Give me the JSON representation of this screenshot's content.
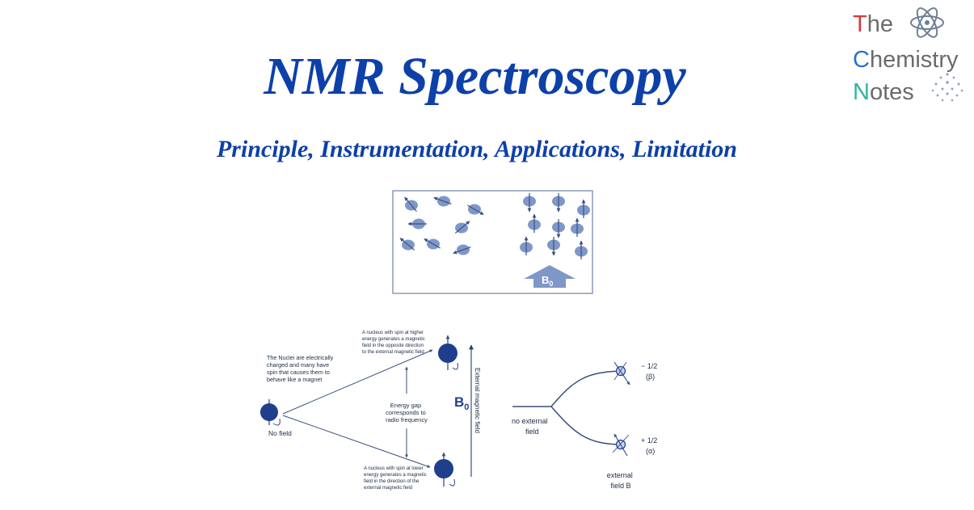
{
  "header": {
    "title": "NMR Spectroscopy",
    "subtitle": "Principle, Instrumentation, Applications, Limitation"
  },
  "logo": {
    "line1_first": "T",
    "line1_rest": "he",
    "line2_first": "C",
    "line2_rest": "hemistry",
    "line3_first": "N",
    "line3_rest": "otes",
    "icon": "atom-icon",
    "icon2": "dots-icon"
  },
  "panel_top": {
    "field_label": "B",
    "field_subscript": "0"
  },
  "panel_left": {
    "intro_text": [
      "The Nuclei are electrically",
      "charged and many have",
      "spin that causes them to",
      "behave like a magnet"
    ],
    "no_field": "No field",
    "high_text": [
      "A nucleus with spin at higher",
      "energy generates a magnetic",
      "field in the opposite direction",
      "to the external magnetic field"
    ],
    "gap_text": [
      "Energy gap",
      "corresponds to",
      "radio frequency"
    ],
    "field_label": "B",
    "field_subscript": "0",
    "axis_label": "External magnetic field",
    "low_text": [
      "A nucleus with spin at lower",
      "energy generates a magnetic",
      "field in the direction of the",
      "external magnetic field"
    ]
  },
  "panel_right": {
    "no_ext": [
      "no external",
      "field"
    ],
    "beta_value": "− 1/2",
    "beta_label": "(β)",
    "alpha_value": "+ 1/2",
    "alpha_label": "(α)",
    "ext_field": [
      "external",
      "field B"
    ]
  },
  "colors": {
    "title": "#0d40a8",
    "nucleus_light": "#7f97c8",
    "nucleus_dark": "#1f3f8c",
    "line": "#3a4f7a"
  }
}
